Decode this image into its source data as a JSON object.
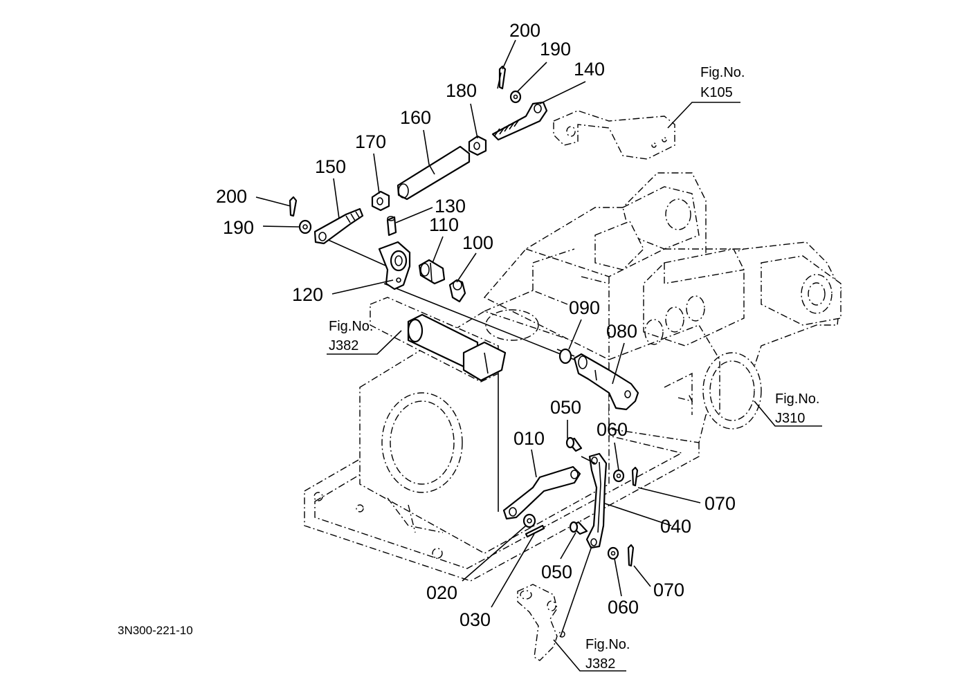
{
  "drawing_code": "3N300-221-10",
  "parts": [
    {
      "num": "200"
    },
    {
      "num": "190"
    },
    {
      "num": "140"
    },
    {
      "num": "180"
    },
    {
      "num": "160"
    },
    {
      "num": "170"
    },
    {
      "num": "150"
    },
    {
      "num": "200"
    },
    {
      "num": "190"
    },
    {
      "num": "130"
    },
    {
      "num": "110"
    },
    {
      "num": "100"
    },
    {
      "num": "120"
    },
    {
      "num": "090"
    },
    {
      "num": "080"
    },
    {
      "num": "050"
    },
    {
      "num": "060"
    },
    {
      "num": "010"
    },
    {
      "num": "070"
    },
    {
      "num": "040"
    },
    {
      "num": "050"
    },
    {
      "num": "070"
    },
    {
      "num": "060"
    },
    {
      "num": "020"
    },
    {
      "num": "030"
    }
  ],
  "fig_refs": [
    {
      "title": "Fig.No.",
      "code": "K105"
    },
    {
      "title": "Fig.No.",
      "code": "J382"
    },
    {
      "title": "Fig.No.",
      "code": "J310"
    },
    {
      "title": "Fig.No.",
      "code": "J382"
    }
  ]
}
